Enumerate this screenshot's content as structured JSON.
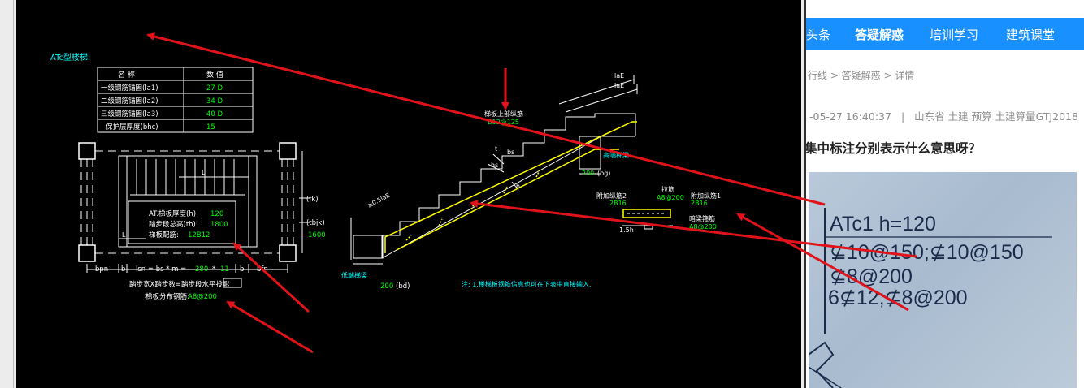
{
  "cad": {
    "title": "ATc型楼梯:",
    "table": {
      "headers": [
        "名  称",
        "数  值"
      ],
      "rows": [
        {
          "name": "一级钢筋锚固(la1)",
          "value": "27 D"
        },
        {
          "name": "二级钢筋锚固(la2)",
          "value": "34 D"
        },
        {
          "name": "三级钢筋锚固(la3)",
          "value": "40 D"
        },
        {
          "name": "保护层厚度(bhc)",
          "value": "15"
        }
      ]
    },
    "plan": {
      "thickness_label": "AT.梯板厚度(h):",
      "thickness_value": "120",
      "height_label": "踏步段总高(th):",
      "height_value": "1800",
      "rebar_label": "梯板配筋:",
      "rebar_value": "12B12",
      "fk": "(fk)",
      "tbjk": "(tbjk)",
      "dim_1600": "1600",
      "dim_l": "L",
      "bpn": "bpn",
      "b_left": "b",
      "lsn_label": "lsn = bs * m =",
      "bs_value": "280",
      "times": "*",
      "m_value": "11",
      "b_right": "b",
      "bfn": "bfn",
      "formula": "踏步宽X踏步数=踏步段水平投影",
      "dist_label": "梯板分布钢筋:",
      "dist_value": "A8@200"
    },
    "section": {
      "top_rebar_label": "梯板上部纵筋",
      "top_rebar_value": "B12@125",
      "high_beam": "高端梯梁",
      "low_beam": "低端梯梁",
      "bg": "(bg)",
      "bg_value": "200",
      "bd": "(bd)",
      "bd_value": "200",
      "laE1": "laE",
      "laE2": "laE",
      "bs": "bs",
      "hs": "hs",
      "t": "t",
      "h": "h",
      "slope": "≥0.5laE",
      "add2_label": "附加纵筋2",
      "add2_value": "2B16",
      "tie_label": "拉筋",
      "tie_value": "A8@200",
      "add1_label": "附加纵筋1",
      "add1_value": "2B16",
      "hidden_label": "暗梁箍筋",
      "hidden_value": "A8@200",
      "h15": "1.5h",
      "note": "注: 1.楼梯板钢筋信息也可在下表中直接输入."
    }
  },
  "web": {
    "nav": [
      {
        "label": "头条",
        "active": false
      },
      {
        "label": "答疑解惑",
        "active": true
      },
      {
        "label": "培训学习",
        "active": false
      },
      {
        "label": "建筑课堂",
        "active": false
      }
    ],
    "breadcrumb": "行线 > 答疑解惑 > 详情",
    "meta_date": "-05-27 16:40:37",
    "meta_sep": "|",
    "meta_tags": "山东省  土建 预算 土建算量GTJ2018",
    "question": "集中标注分别表示什么意思呀？",
    "photo_lines": [
      "ATc1 h=120",
      "⊈10@150;⊈10@150",
      "⊈8@200",
      "6⊈12;⊈8@200"
    ]
  },
  "colors": {
    "cad_bg": "#000000",
    "cad_white": "#ffffff",
    "cad_green": "#00ff00",
    "cad_cyan": "#00ffff",
    "cad_yellow": "#ffff00",
    "arrow_red": "#e0131a",
    "nav_blue": "#1890ff"
  }
}
